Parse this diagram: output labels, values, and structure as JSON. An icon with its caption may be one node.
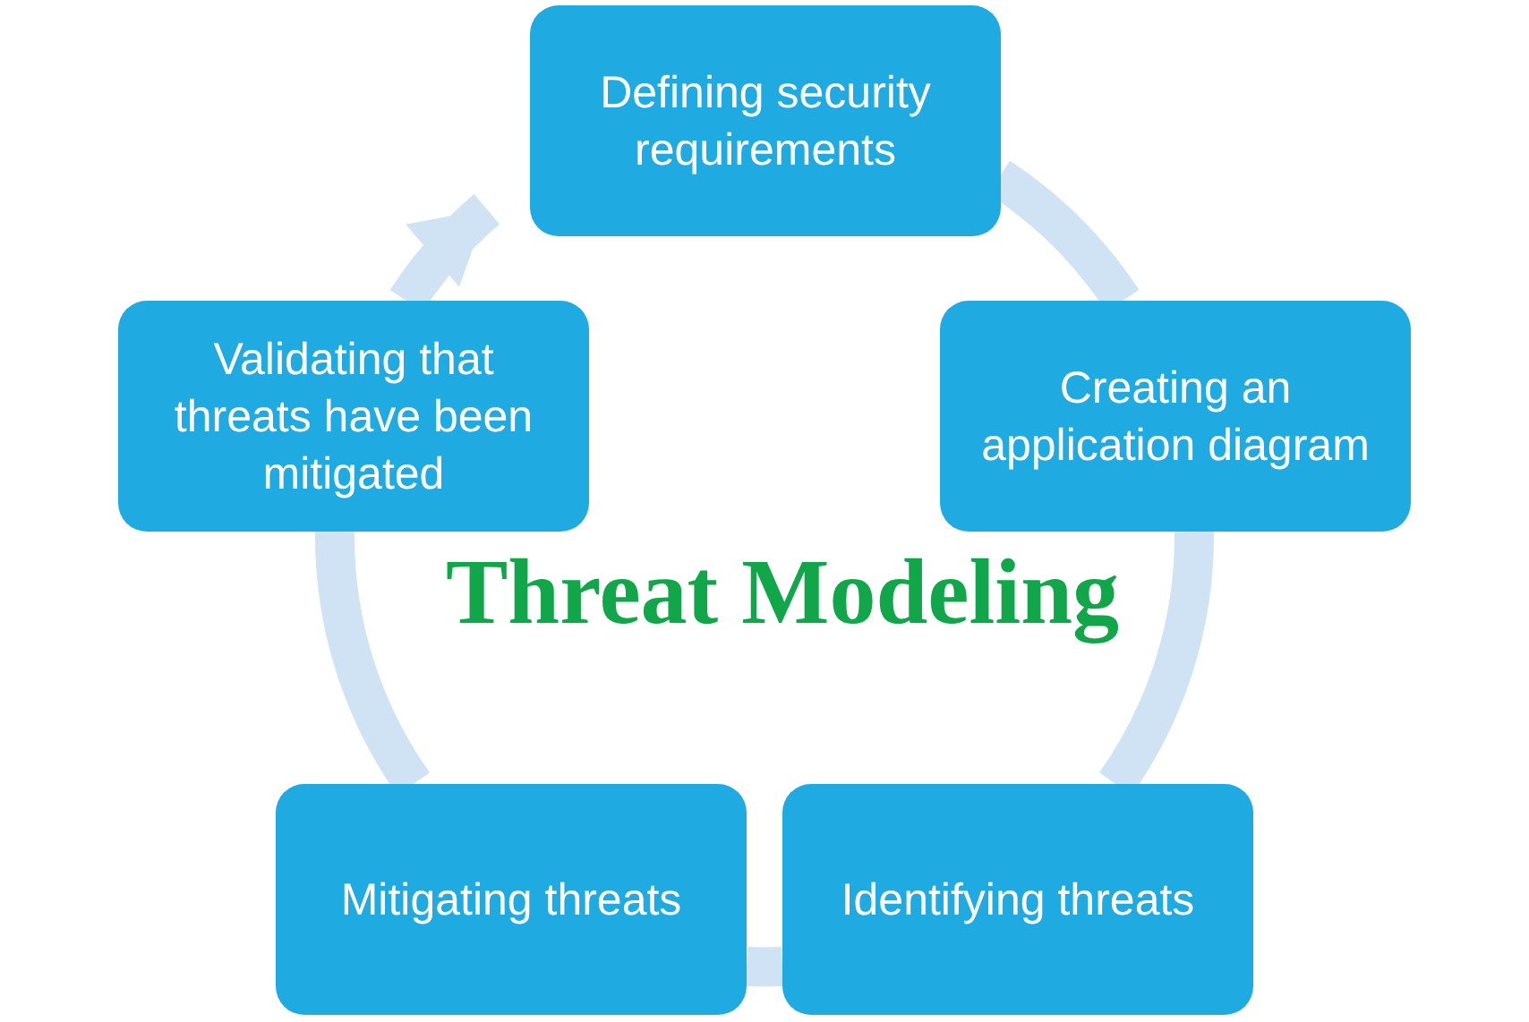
{
  "diagram": {
    "title": "Threat Modeling",
    "nodes": [
      {
        "text": [
          "Defining security requirements"
        ]
      },
      {
        "text": [
          "Creating an application diagram"
        ]
      },
      {
        "text": [
          "Identifying threats"
        ]
      },
      {
        "text": [
          "Mitigating threats"
        ]
      },
      {
        "text": [
          "Validating that threats have been mitigated"
        ]
      }
    ],
    "edges": [
      {
        "from": 0,
        "to": 1,
        "arrow": "none"
      },
      {
        "from": 1,
        "to": 2,
        "arrow": "none"
      },
      {
        "from": 2,
        "to": 3,
        "arrow": "none"
      },
      {
        "from": 3,
        "to": 4,
        "arrow": "none"
      },
      {
        "from": 4,
        "to": 0,
        "arrow": "to"
      }
    ]
  }
}
